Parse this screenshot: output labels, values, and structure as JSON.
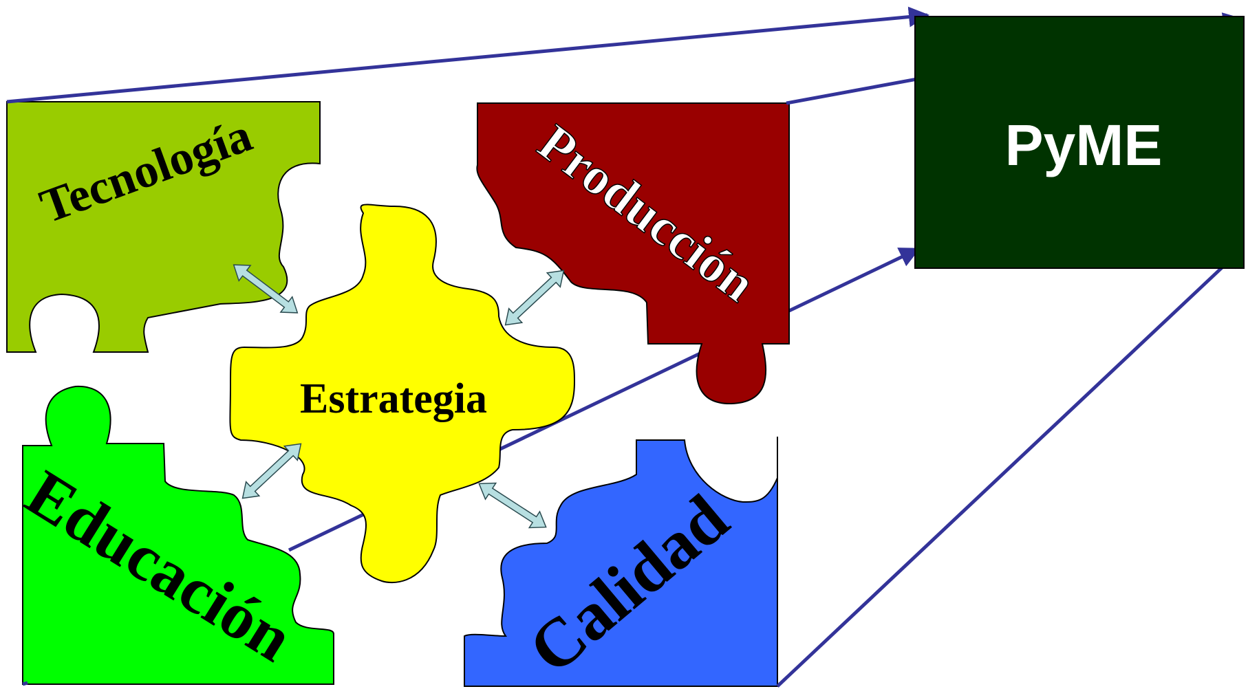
{
  "target": {
    "label": "PyME",
    "color": "#003300"
  },
  "pieces": {
    "tecnologia": {
      "label": "Tecnología",
      "color": "#99cc00"
    },
    "produccion": {
      "label": "Producción",
      "color": "#990000"
    },
    "estrategia": {
      "label": "Estrategia",
      "color": "#ffff00"
    },
    "educacion": {
      "label": "Educación",
      "color": "#00ff00"
    },
    "calidad": {
      "label": "Calidad",
      "color": "#3366ff"
    }
  },
  "colors": {
    "connector_arrows": "#333399",
    "double_arrows": "#b7dfe1",
    "label_dark": "#000000",
    "label_light": "#ffffff"
  }
}
